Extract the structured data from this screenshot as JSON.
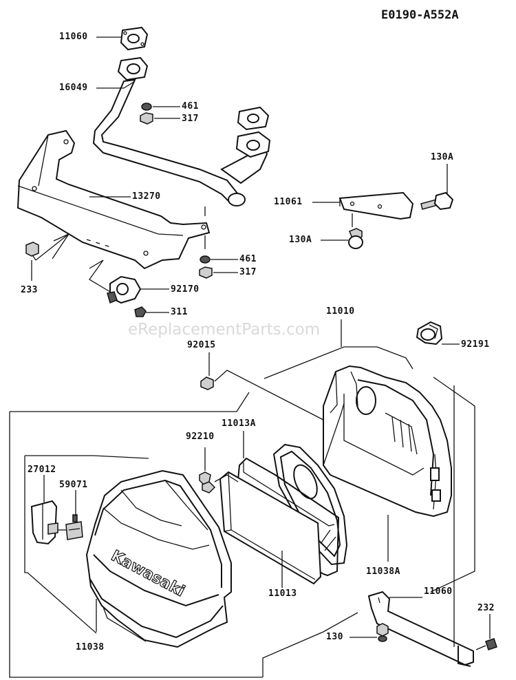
{
  "diagram_code": "E0190-A552A",
  "watermark": "eReplacementParts.com",
  "brand_text": "Kawasaki",
  "labels": {
    "p11060": "11060",
    "p16049": "16049",
    "p461a": "461",
    "p317a": "317",
    "p13270": "13270",
    "p130A_top": "130A",
    "p11061": "11061",
    "p130A_bottom": "130A",
    "p461b": "461",
    "p317b": "317",
    "p233": "233",
    "p92170": "92170",
    "p311": "311",
    "p11010": "11010",
    "p92191": "92191",
    "p92015": "92015",
    "p11013A": "11013A",
    "p92210": "92210",
    "p27012": "27012",
    "p59071": "59071",
    "p11038A": "11038A",
    "p11013": "11013",
    "p11060b": "11060",
    "p232": "232",
    "p130": "130",
    "p11038": "11038"
  }
}
